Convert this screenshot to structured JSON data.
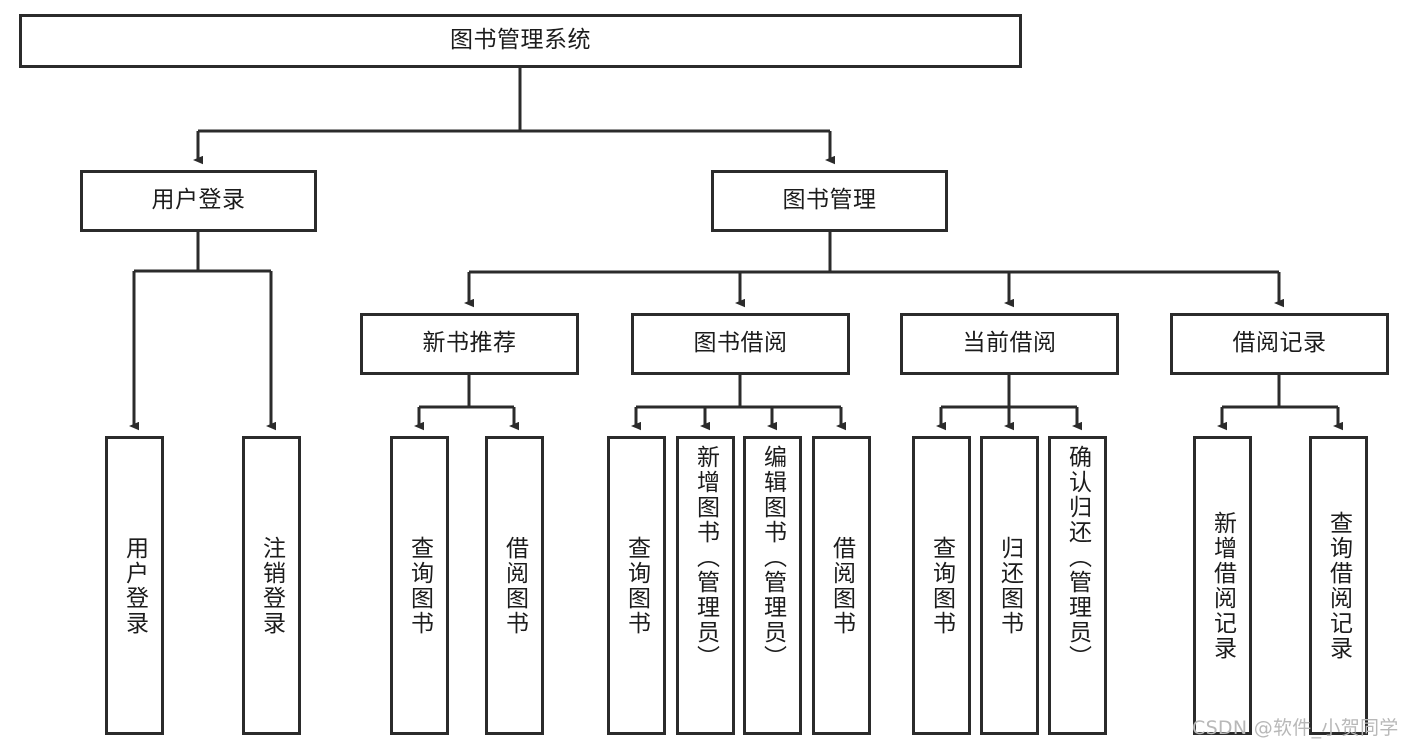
{
  "diagram": {
    "type": "tree-hierarchy",
    "title": "图书管理系统",
    "watermark": "CSDN @软件_小贺同学",
    "colors": {
      "box_border": "#2b2b2b",
      "box_fill": "#ffffff",
      "connector": "#2b2b2b",
      "text": "#1c1c1c",
      "watermark": "#b8b8b8"
    },
    "nodes": {
      "root": {
        "label": "图书管理系统",
        "level": 1,
        "orientation": "horizontal"
      },
      "l2": [
        {
          "label": "用户登录",
          "orientation": "horizontal"
        },
        {
          "label": "图书管理",
          "orientation": "horizontal"
        }
      ],
      "l3": [
        {
          "label": "新书推荐",
          "orientation": "horizontal"
        },
        {
          "label": "图书借阅",
          "orientation": "horizontal"
        },
        {
          "label": "当前借阅",
          "orientation": "horizontal"
        },
        {
          "label": "借阅记录",
          "orientation": "horizontal"
        }
      ],
      "leaves_user_login": [
        {
          "label": "用户登录",
          "orientation": "vertical"
        },
        {
          "label": "注销登录",
          "orientation": "vertical"
        }
      ],
      "leaves_new_book": [
        {
          "label": "查询图书",
          "orientation": "vertical"
        },
        {
          "label": "借阅图书",
          "orientation": "vertical"
        }
      ],
      "leaves_borrow": [
        {
          "label": "查询图书",
          "orientation": "vertical"
        },
        {
          "label": "新增图书（管理员）",
          "orientation": "vertical"
        },
        {
          "label": "编辑图书（管理员）",
          "orientation": "vertical"
        },
        {
          "label": "借阅图书",
          "orientation": "vertical"
        }
      ],
      "leaves_current": [
        {
          "label": "查询图书",
          "orientation": "vertical"
        },
        {
          "label": "归还图书",
          "orientation": "vertical"
        },
        {
          "label": "确认归还（管理员）",
          "orientation": "vertical"
        }
      ],
      "leaves_record": [
        {
          "label": "新增借阅记录",
          "orientation": "vertical"
        },
        {
          "label": "查询借阅记录",
          "orientation": "vertical"
        }
      ]
    },
    "edges": [
      {
        "from": "图书管理系统",
        "to": "用户登录"
      },
      {
        "from": "图书管理系统",
        "to": "图书管理"
      },
      {
        "from": "用户登录",
        "to": "用户登录（叶）"
      },
      {
        "from": "用户登录",
        "to": "注销登录"
      },
      {
        "from": "图书管理",
        "to": "新书推荐"
      },
      {
        "from": "图书管理",
        "to": "图书借阅"
      },
      {
        "from": "图书管理",
        "to": "当前借阅"
      },
      {
        "from": "图书管理",
        "to": "借阅记录"
      },
      {
        "from": "新书推荐",
        "to": "查询图书"
      },
      {
        "from": "新书推荐",
        "to": "借阅图书"
      },
      {
        "from": "图书借阅",
        "to": "查询图书"
      },
      {
        "from": "图书借阅",
        "to": "新增图书（管理员）"
      },
      {
        "from": "图书借阅",
        "to": "编辑图书（管理员）"
      },
      {
        "from": "图书借阅",
        "to": "借阅图书"
      },
      {
        "from": "当前借阅",
        "to": "查询图书"
      },
      {
        "from": "当前借阅",
        "to": "归还图书"
      },
      {
        "from": "当前借阅",
        "to": "确认归还（管理员）"
      },
      {
        "from": "借阅记录",
        "to": "新增借阅记录"
      },
      {
        "from": "借阅记录",
        "to": "查询借阅记录"
      }
    ]
  }
}
